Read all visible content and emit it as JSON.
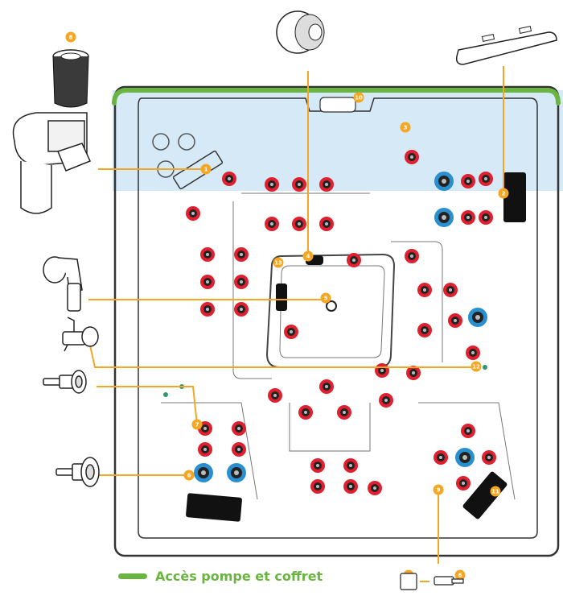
{
  "legend": {
    "label": "Accès pompe et coffret",
    "color": "#6ab542"
  },
  "colors": {
    "callout": "#f5a623",
    "jet_red": "#e0202f",
    "jet_blue": "#2a8fce",
    "shell_line": "#333333",
    "access_zone": "#d6e9f7"
  },
  "callouts": [
    {
      "id": "c8_top",
      "label": "8"
    },
    {
      "id": "c10",
      "label": "10"
    },
    {
      "id": "c3",
      "label": "3"
    },
    {
      "id": "c1",
      "label": "1"
    },
    {
      "id": "c2",
      "label": "2"
    },
    {
      "id": "c4",
      "label": "4"
    },
    {
      "id": "c13",
      "label": "13"
    },
    {
      "id": "c5",
      "label": "5"
    },
    {
      "id": "c12",
      "label": "12"
    },
    {
      "id": "c7",
      "label": "7"
    },
    {
      "id": "c6",
      "label": "6"
    },
    {
      "id": "c9",
      "label": "9"
    },
    {
      "id": "c11",
      "label": "11"
    },
    {
      "id": "c5_bottom",
      "label": "5"
    },
    {
      "id": "c6_bottom",
      "label": "6"
    }
  ],
  "parts": [
    {
      "icon": "filter-cartridge-icon"
    },
    {
      "icon": "skimmer-icon"
    },
    {
      "icon": "waterfall-nozzle-icon"
    },
    {
      "icon": "led-light-bar-icon"
    },
    {
      "icon": "air-control-elbow-icon"
    },
    {
      "icon": "diverter-valve-icon"
    },
    {
      "icon": "small-jet-icon"
    },
    {
      "icon": "large-jet-icon"
    },
    {
      "icon": "drain-fitting-icon"
    }
  ]
}
